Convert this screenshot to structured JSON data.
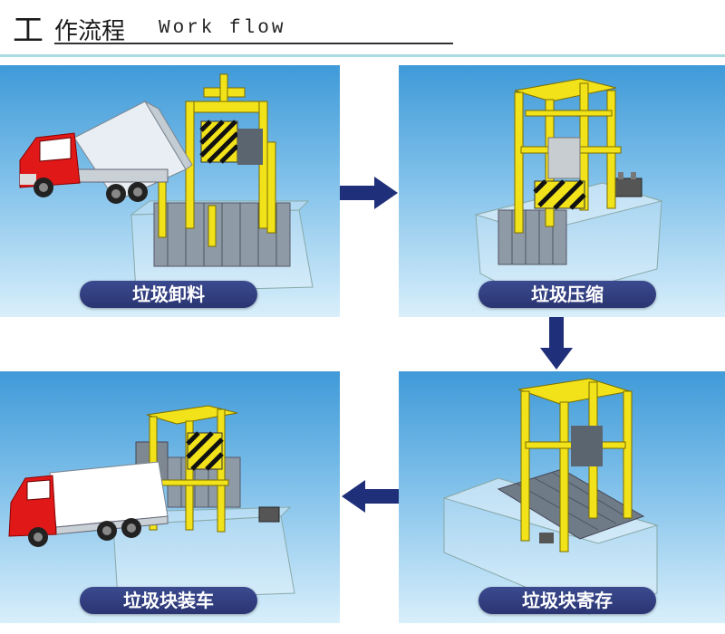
{
  "header": {
    "title_first_char": "工",
    "title_rest": "作流程",
    "title_en": "Work flow"
  },
  "steps": [
    {
      "label": "垃圾卸料"
    },
    {
      "label": "垃圾压缩"
    },
    {
      "label": "垃圾块装车"
    },
    {
      "label": "垃圾块寄存"
    }
  ],
  "colors": {
    "frame": "#f2e21a",
    "pill": "#2e3a7c",
    "arrow": "#1f2f7a",
    "truck_cab": "#e01818"
  },
  "icons": [
    "arrow-right-icon",
    "arrow-down-icon",
    "arrow-left-icon"
  ]
}
